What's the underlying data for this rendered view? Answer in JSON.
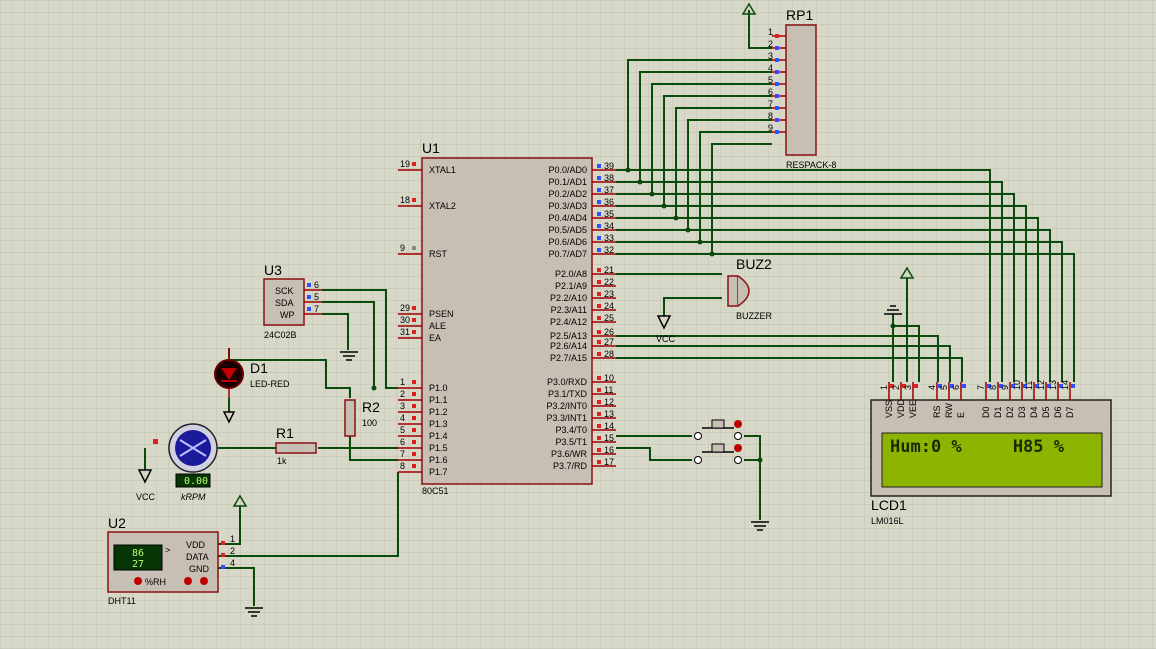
{
  "u1": {
    "ref": "U1",
    "part": "80C51",
    "left_pins": [
      {
        "num": "19",
        "name": "XTAL1"
      },
      {
        "num": "18",
        "name": "XTAL2"
      },
      {
        "num": "9",
        "name": "RST"
      },
      {
        "num": "29",
        "name": "PSEN"
      },
      {
        "num": "30",
        "name": "ALE"
      },
      {
        "num": "31",
        "name": "EA"
      },
      {
        "num": "1",
        "name": "P1.0"
      },
      {
        "num": "2",
        "name": "P1.1"
      },
      {
        "num": "3",
        "name": "P1.2"
      },
      {
        "num": "4",
        "name": "P1.3"
      },
      {
        "num": "5",
        "name": "P1.4"
      },
      {
        "num": "6",
        "name": "P1.5"
      },
      {
        "num": "7",
        "name": "P1.6"
      },
      {
        "num": "8",
        "name": "P1.7"
      }
    ],
    "right_pins": [
      {
        "num": "39",
        "name": "P0.0/AD0"
      },
      {
        "num": "38",
        "name": "P0.1/AD1"
      },
      {
        "num": "37",
        "name": "P0.2/AD2"
      },
      {
        "num": "36",
        "name": "P0.3/AD3"
      },
      {
        "num": "35",
        "name": "P0.4/AD4"
      },
      {
        "num": "34",
        "name": "P0.5/AD5"
      },
      {
        "num": "33",
        "name": "P0.6/AD6"
      },
      {
        "num": "32",
        "name": "P0.7/AD7"
      },
      {
        "num": "21",
        "name": "P2.0/A8"
      },
      {
        "num": "22",
        "name": "P2.1/A9"
      },
      {
        "num": "23",
        "name": "P2.2/A10"
      },
      {
        "num": "24",
        "name": "P2.3/A11"
      },
      {
        "num": "25",
        "name": "P2.4/A12"
      },
      {
        "num": "26",
        "name": "P2.5/A13"
      },
      {
        "num": "27",
        "name": "P2.6/A14"
      },
      {
        "num": "28",
        "name": "P2.7/A15"
      },
      {
        "num": "10",
        "name": "P3.0/RXD"
      },
      {
        "num": "11",
        "name": "P3.1/TXD"
      },
      {
        "num": "12",
        "name": "P3.2/INT0"
      },
      {
        "num": "13",
        "name": "P3.3/INT1"
      },
      {
        "num": "14",
        "name": "P3.4/T0"
      },
      {
        "num": "15",
        "name": "P3.5/T1"
      },
      {
        "num": "16",
        "name": "P3.6/WR"
      },
      {
        "num": "17",
        "name": "P3.7/RD"
      }
    ]
  },
  "rp1": {
    "ref": "RP1",
    "part": "RESPACK-8",
    "pins": [
      "1",
      "2",
      "3",
      "4",
      "5",
      "6",
      "7",
      "8",
      "9"
    ]
  },
  "u3": {
    "ref": "U3",
    "part": "24C02B",
    "pins": [
      {
        "name": "SCK",
        "num": "6"
      },
      {
        "name": "SDA",
        "num": "5"
      },
      {
        "name": "WP",
        "num": "7"
      }
    ]
  },
  "d1": {
    "ref": "D1",
    "part": "LED-RED"
  },
  "r2": {
    "ref": "R2",
    "value": "100"
  },
  "r1": {
    "ref": "R1",
    "value": "1k"
  },
  "motor": {
    "readout": "0.00",
    "unit": "kRPM"
  },
  "vcc_label": "VCC",
  "buz2": {
    "ref": "BUZ2",
    "part": "BUZZER"
  },
  "u2": {
    "ref": "U2",
    "part": "DHT11",
    "display": [
      "86",
      "27"
    ],
    "unit": "%RH",
    "pins": [
      {
        "name": "VDD",
        "num": "1"
      },
      {
        "name": "DATA",
        "num": "2"
      },
      {
        "name": "GND",
        "num": "4"
      }
    ]
  },
  "lcd1": {
    "ref": "LCD1",
    "part": "LM016L",
    "pins": [
      {
        "num": "1",
        "name": "VSS"
      },
      {
        "num": "2",
        "name": "VDD"
      },
      {
        "num": "3",
        "name": "VEE"
      },
      {
        "num": "4",
        "name": "RS"
      },
      {
        "num": "5",
        "name": "RW"
      },
      {
        "num": "6",
        "name": "E"
      },
      {
        "num": "7",
        "name": "D0"
      },
      {
        "num": "8",
        "name": "D1"
      },
      {
        "num": "9",
        "name": "D2"
      },
      {
        "num": "10",
        "name": "D3"
      },
      {
        "num": "11",
        "name": "D4"
      },
      {
        "num": "12",
        "name": "D5"
      },
      {
        "num": "13",
        "name": "D6"
      },
      {
        "num": "14",
        "name": "D7"
      }
    ],
    "line1": "Hum:0 %     H85 %"
  }
}
